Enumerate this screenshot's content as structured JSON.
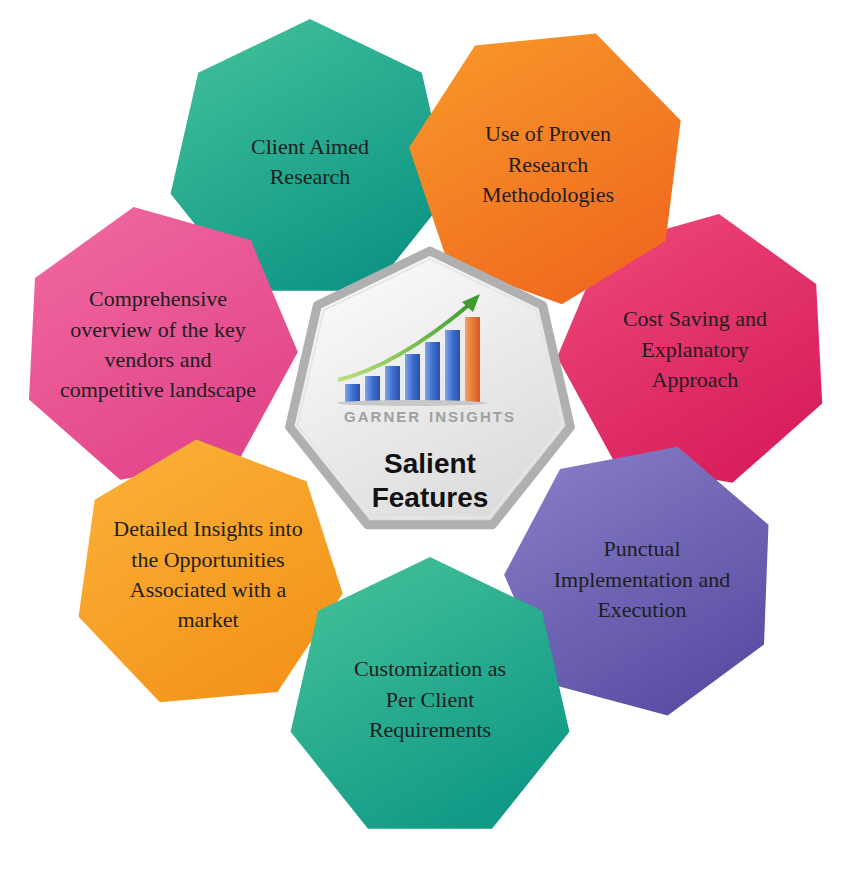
{
  "diagram": {
    "nodes": [
      {
        "text": [
          "Salient Features"
        ]
      },
      {
        "text": [
          "Client Aimed Research"
        ]
      },
      {
        "text": [
          "Use of Proven Research Methodologies"
        ]
      },
      {
        "text": [
          "Comprehensive overview of the key vendors and competitive landscape"
        ]
      },
      {
        "text": [
          "Cost Saving and Explanatory Approach"
        ]
      },
      {
        "text": [
          "Detailed Insights into the Opportunities Associated with a market"
        ]
      },
      {
        "text": [
          "Punctual Implementation and Execution"
        ]
      },
      {
        "text": [
          "Customization as Per Client Requirements"
        ]
      }
    ],
    "labels": [
      "GARNER",
      "INSIGHTS"
    ]
  }
}
